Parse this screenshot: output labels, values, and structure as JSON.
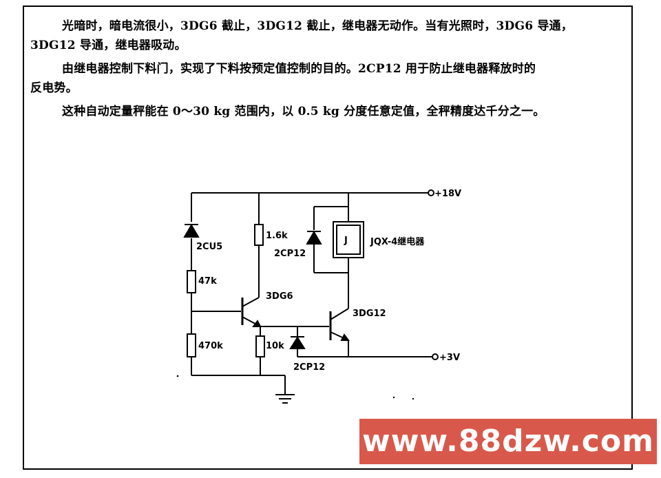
{
  "text": {
    "para1_line1": "光暗时，暗电流很小，3DG6 截止，3DG12 截止，继电器无动作。当有光照时，3DG6 导通，",
    "para1_line2": "3DG12 导通，继电器吸动。",
    "para2_line1": "由继电器控制下料门，实现了下料按预定值控制的目的。2CP12 用于防止继电器释放时的",
    "para2_line2": "反电势。",
    "para3_line1": "这种自动定量秤能在 0～30 kg 范围内，以 0.5 kg 分度任意定值，全秤精度达千分之一。"
  },
  "diagram": {
    "supply_top": "+18V",
    "supply_bottom": "+3V",
    "diode_2cu5": "2CU5",
    "resistor_47k": "47k",
    "resistor_470k": "470k",
    "resistor_1_6k": "1.6k",
    "resistor_10k": "10k",
    "diode_2cp12_top": "2CP12",
    "diode_2cp12_bottom": "2CP12",
    "relay_symbol": "J",
    "relay_label": "JQX-4继电器",
    "transistor_3dg6": "3DG6",
    "transistor_3dg12": "3DG12"
  },
  "watermark": {
    "text": "www.88dzw.com",
    "color": "#d8594b"
  }
}
